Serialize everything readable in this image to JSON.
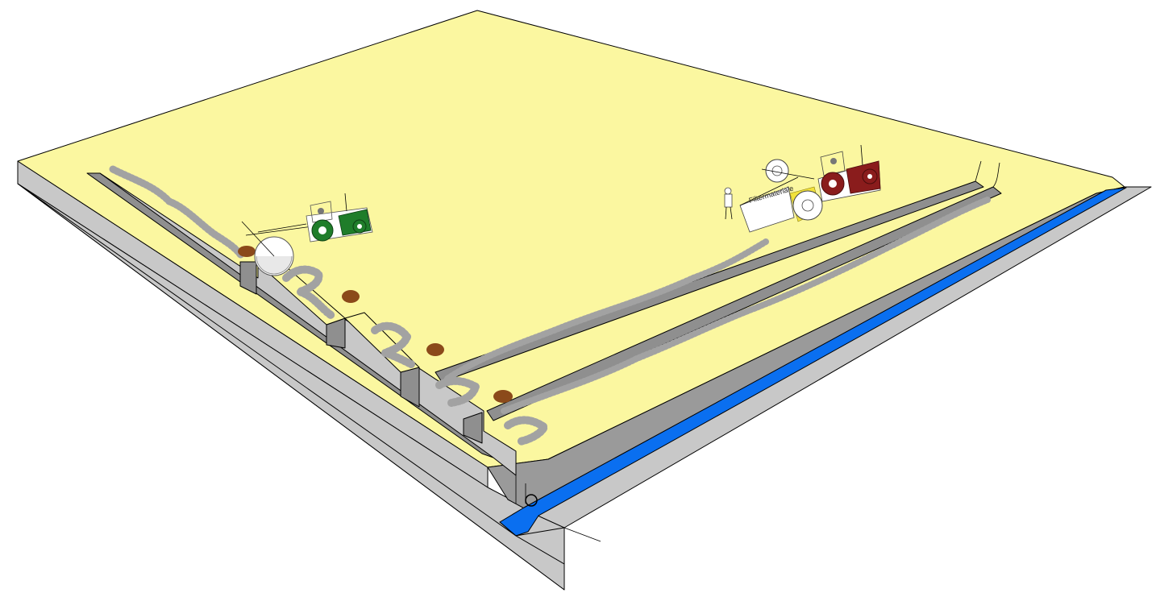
{
  "colors": {
    "field_surface": "#fbf7a0",
    "soil_section": "#c8c8c8",
    "trench_wall": "#8f8f8f",
    "spoil_heap": "#a2a2a2",
    "water_channel": "#0a6ff0",
    "tractor_left_body": "#1f7d2a",
    "tractor_right_body": "#8a1c1c",
    "filter_material_pile": "#8b4a1a"
  },
  "icons": {
    "trencher_left": "tractor-with-rear-trenching-wheel",
    "drain_layer_right": "tractor-with-drain-laying-machine",
    "outlet": "drain-outlet-pipe"
  },
  "labels": {
    "filter_material": "Filtermateriale"
  }
}
